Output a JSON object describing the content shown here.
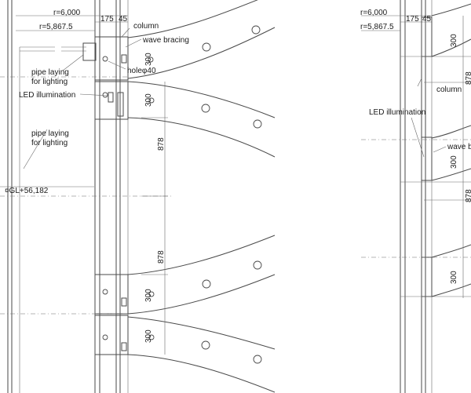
{
  "left_detail": {
    "r_outer": "r=6,000",
    "r_inner": "r=5,867.5",
    "dim_175": "175",
    "dim_45": "45",
    "column": "column",
    "wave_bracing": "wave bracing",
    "hole": "holeφ40",
    "pipe_laying_1a": "pipe laying",
    "pipe_laying_1b": "for lighting",
    "led": "LED illumination",
    "pipe_laying_2a": "pipe laying",
    "pipe_laying_2b": "for lighting",
    "level": "¤GL+56,182",
    "dim_300_a": "300",
    "dim_300_b": "300",
    "dim_878_a": "878",
    "dim_878_b": "878",
    "dim_300_c": "300",
    "dim_300_d": "300"
  },
  "right_detail": {
    "r_outer": "r=6,000",
    "r_inner": "r=5,867.5",
    "dim_175": "175",
    "dim_45": "45",
    "column": "column",
    "led": "LED illumination",
    "wave_bracing": "wave b",
    "dim_300_a": "300",
    "dim_878_a": "878",
    "dim_300_b": "300",
    "dim_878_b": "878",
    "dim_300_c": "300"
  }
}
